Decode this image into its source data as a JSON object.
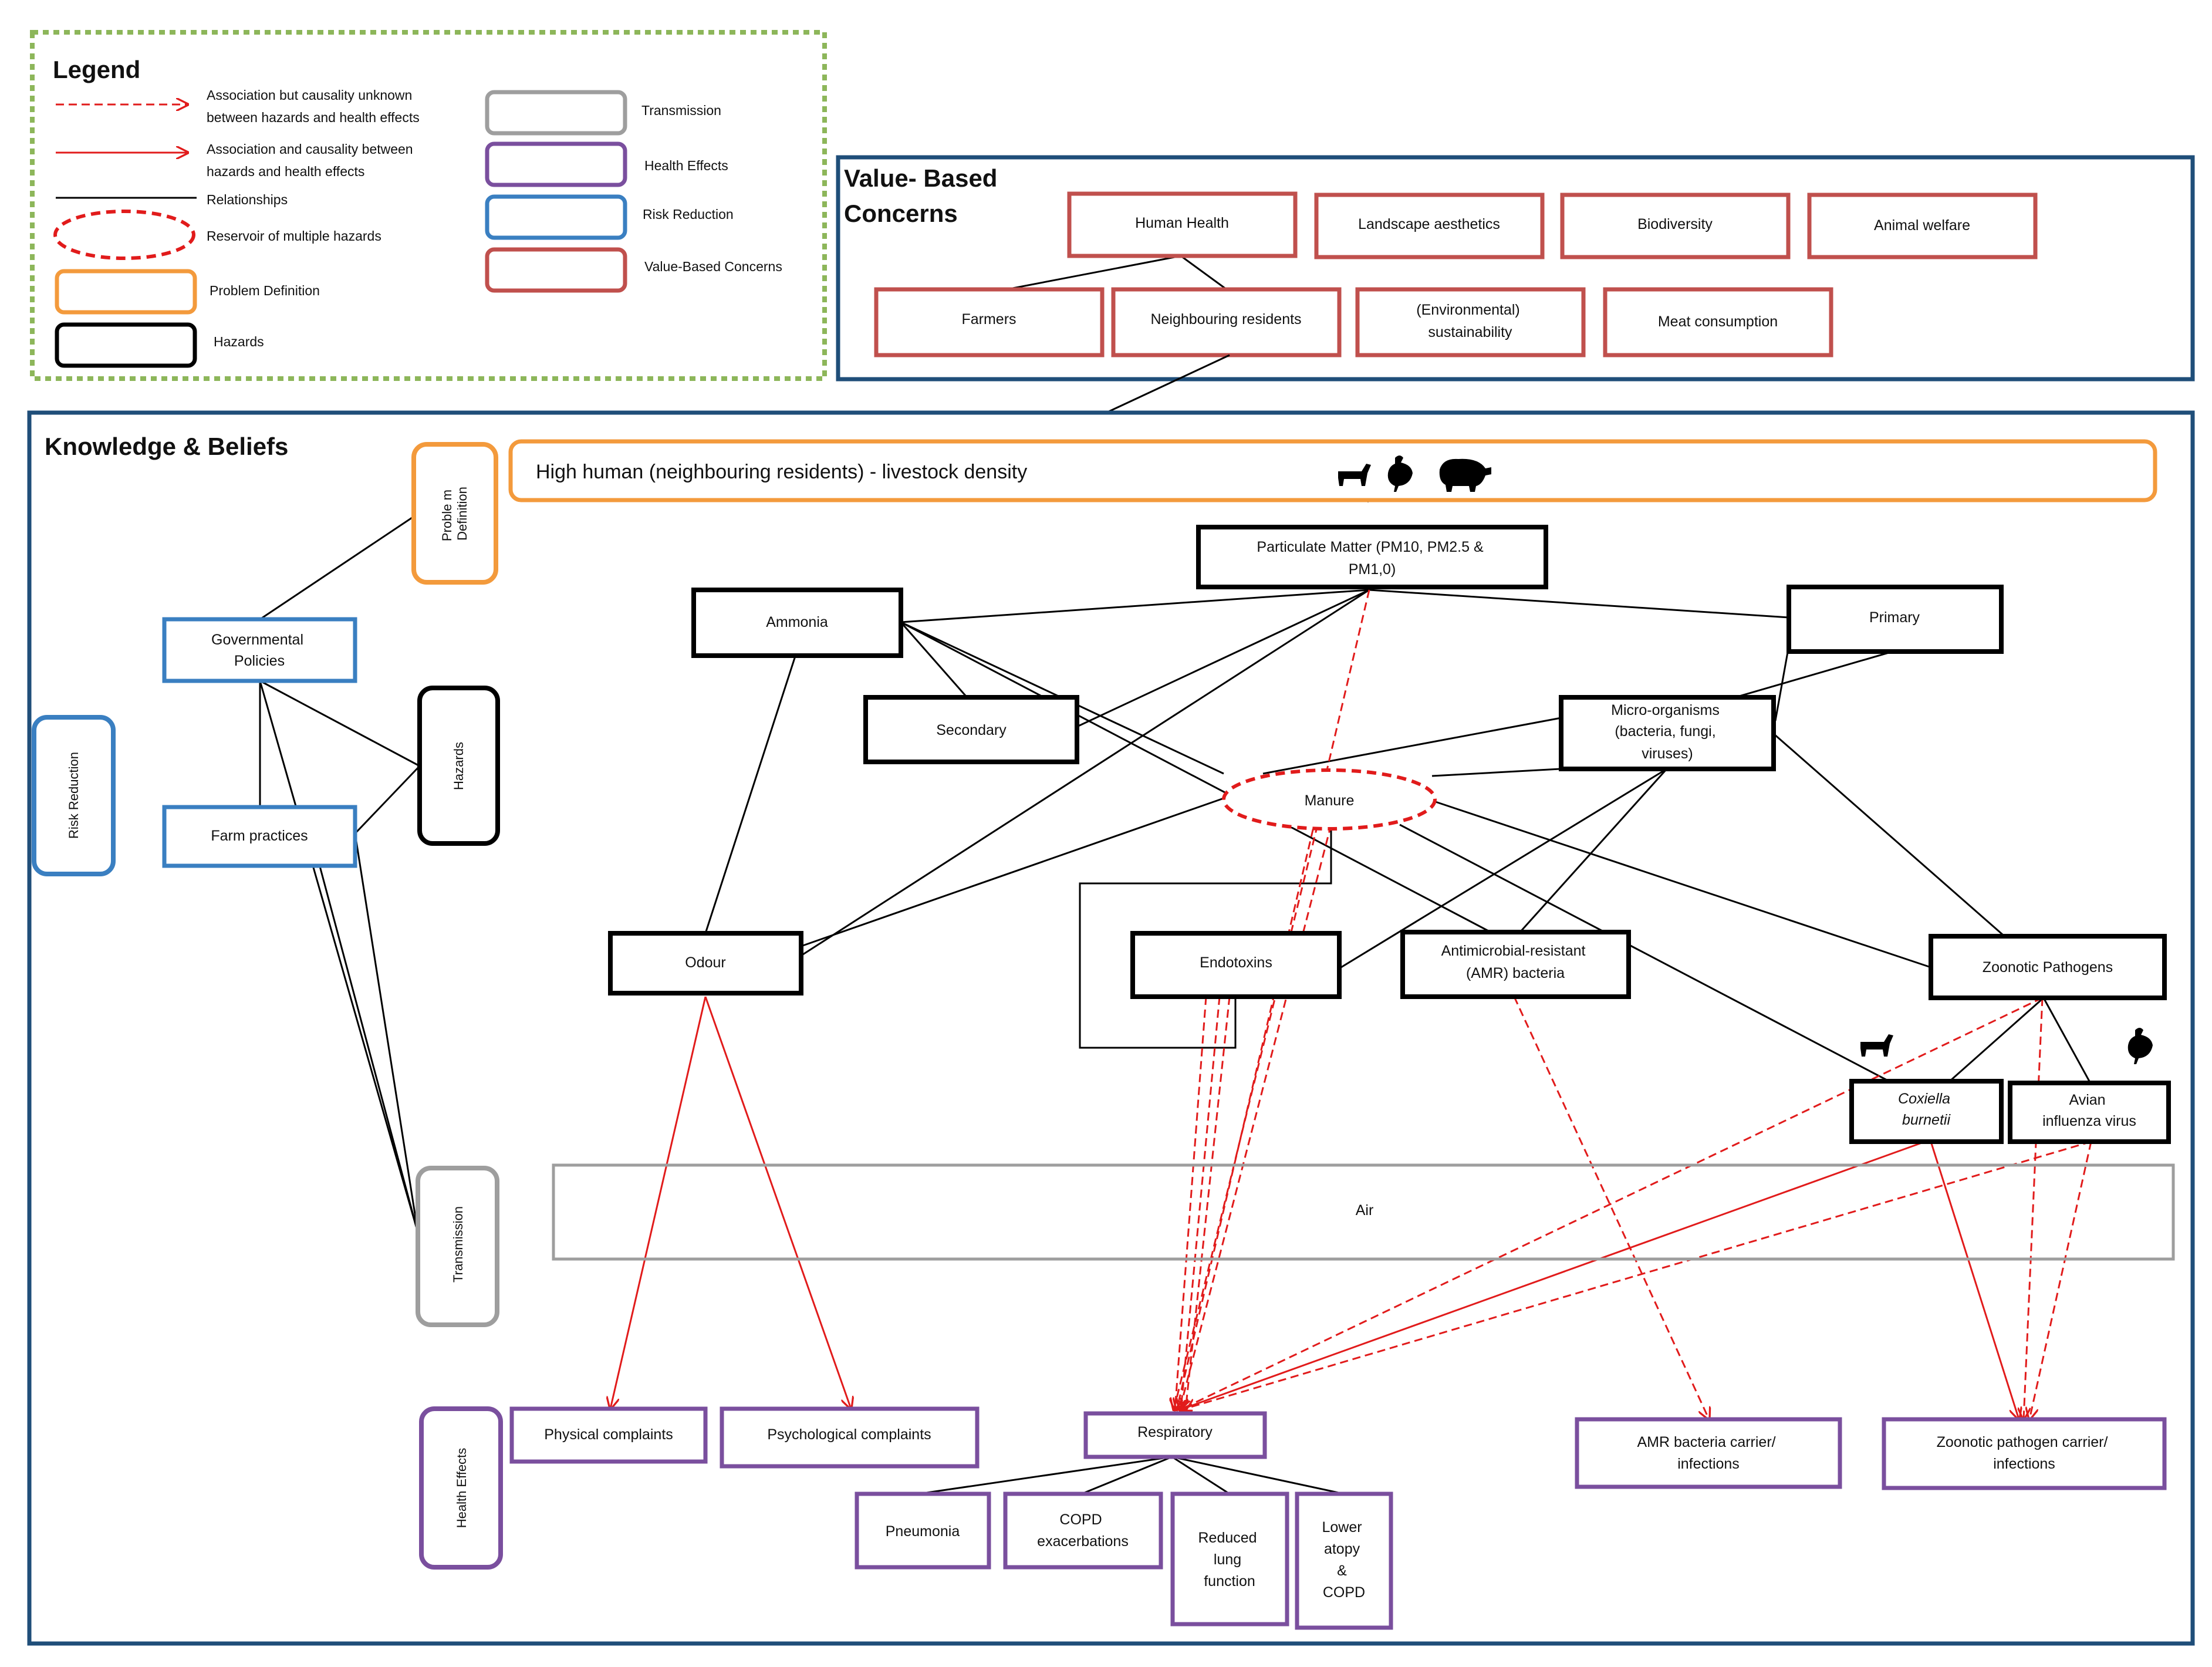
{
  "colors": {
    "hazard": "#000000",
    "health": "#7a4f9e",
    "value": "#c0504d",
    "risk": "#3a7fc1",
    "problem": "#f39a3c",
    "transmission": "#9e9e9e",
    "frame": "#1f4e79",
    "legend_border": "#8db65a",
    "causal": "#e11b1b"
  },
  "legend": {
    "title": "Legend",
    "items": [
      {
        "lines": [
          "Association but causality unknown",
          "between hazards and health effects"
        ]
      },
      {
        "lines": [
          "Association and causality between",
          "hazards and health effects"
        ]
      },
      {
        "lines": [
          "Relationships"
        ]
      },
      {
        "lines": [
          "Reservoir of multiple hazards"
        ]
      },
      {
        "lines": [
          "Problem Definition"
        ]
      },
      {
        "lines": [
          "Hazards"
        ]
      },
      {
        "lines": [
          "Transmission"
        ]
      },
      {
        "lines": [
          "Health Effects"
        ]
      },
      {
        "lines": [
          "Risk Reduction"
        ]
      },
      {
        "lines": [
          "Value-Based Concerns"
        ]
      }
    ]
  },
  "value_panel": {
    "title_lines": [
      "Value- Based",
      "Concerns"
    ],
    "nodes": {
      "human_health": [
        "Human Health"
      ],
      "landscape": [
        "Landscape aesthetics"
      ],
      "biodiversity": [
        "Biodiversity"
      ],
      "animal_welfare": [
        "Animal welfare"
      ],
      "farmers": [
        "Farmers"
      ],
      "residents": [
        "Neighbouring residents"
      ],
      "sustainability": [
        "(Environmental)",
        "sustainability"
      ],
      "meat": [
        "Meat consumption"
      ]
    }
  },
  "knowledge_panel": {
    "title": "Knowledge & Beliefs",
    "side_labels": {
      "problem_definition": [
        "Proble m",
        "Definition"
      ],
      "hazards": [
        "Hazards"
      ],
      "risk_reduction": [
        "Risk Reduction"
      ],
      "transmission": [
        "Transmission"
      ],
      "health_effects": [
        "Health Effects"
      ]
    },
    "nodes": {
      "density": [
        "High human (neighbouring residents) - livestock density"
      ],
      "pm": [
        "Particulate Matter (PM10, PM2.5 &",
        "PM1,0)"
      ],
      "ammonia": [
        "Ammonia"
      ],
      "primary": [
        "Primary"
      ],
      "secondary": [
        "Secondary"
      ],
      "micro": [
        "Micro-organisms",
        "(bacteria, fungi,",
        "viruses)"
      ],
      "manure": [
        "Manure"
      ],
      "gov": [
        "Governmental",
        "Policies"
      ],
      "farm": [
        "Farm practices"
      ],
      "odour": [
        "Odour"
      ],
      "endotoxins": [
        "Endotoxins"
      ],
      "amr": [
        "Antimicrobial-resistant",
        "(AMR) bacteria"
      ],
      "zoonotic": [
        "Zoonotic  Pathogens"
      ],
      "coxiella": [
        "Coxiella",
        "burnetii"
      ],
      "avian": [
        "Avian",
        "influenza virus"
      ],
      "air": [
        "Air"
      ],
      "physical": [
        "Physical complaints"
      ],
      "psych": [
        "Psychological complaints"
      ],
      "resp": [
        "Respiratory"
      ],
      "amr_carrier": [
        "AMR bacteria carrier/",
        "infections"
      ],
      "zoo_carrier": [
        "Zoonotic pathogen carrier/",
        "infections"
      ],
      "pneumonia": [
        "Pneumonia"
      ],
      "copd": [
        "COPD",
        "exacerbations"
      ],
      "lung": [
        "Reduced",
        "lung",
        "function"
      ],
      "atopy": [
        "Lower",
        "atopy",
        "&",
        "COPD"
      ]
    }
  },
  "icons": {
    "animals_top": [
      "goat-icon",
      "chicken-icon",
      "pig-icon"
    ],
    "coxiella_animal": "goat-icon",
    "avian_animal": "chicken-icon"
  }
}
